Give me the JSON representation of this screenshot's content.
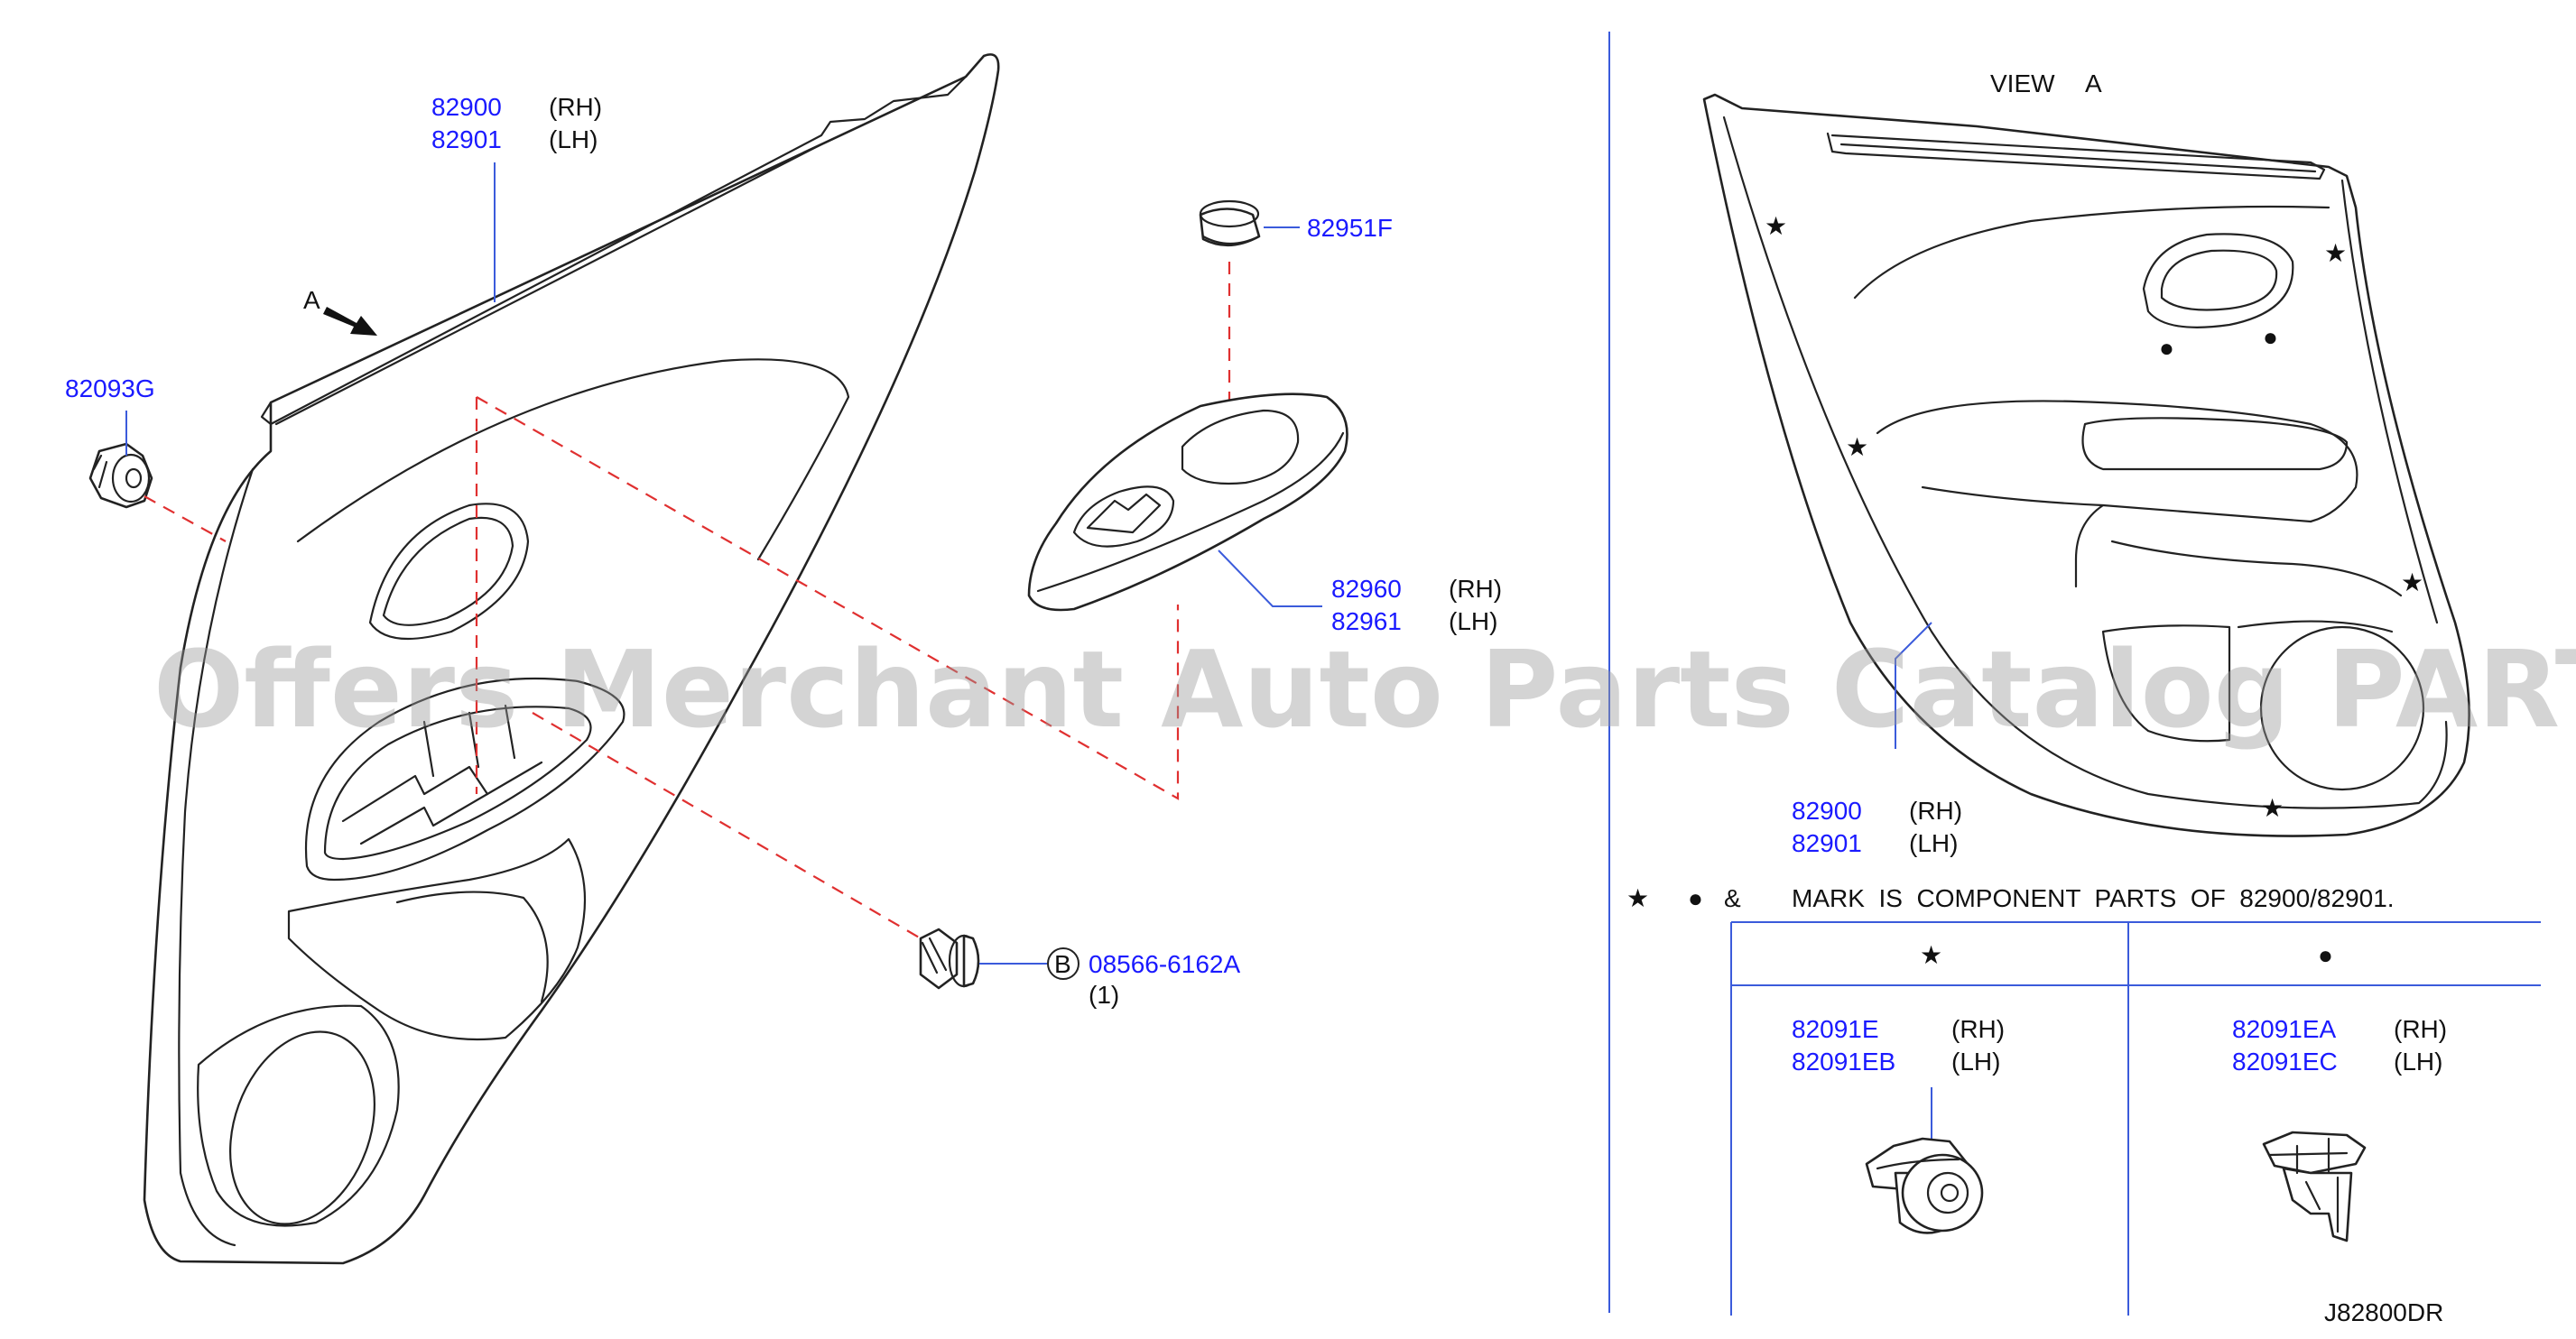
{
  "left_panel": {
    "trim": {
      "num_rh": "82900",
      "suffix_rh": "(RH)",
      "num_lh": "82901",
      "suffix_lh": "(LH)"
    },
    "arrow_label": "A",
    "clip": {
      "num": "82093G"
    },
    "cap": {
      "num": "82951F"
    },
    "finisher": {
      "num_rh": "82960",
      "suffix_rh": "(RH)",
      "num_lh": "82961",
      "suffix_lh": "(LH)"
    },
    "screw": {
      "ref": "B",
      "num": "08566-6162A",
      "qty": "(1)"
    }
  },
  "right_panel": {
    "view_label": "VIEW",
    "view_letter": "A",
    "trim": {
      "num_rh": "82900",
      "suffix_rh": "(RH)",
      "num_lh": "82901",
      "suffix_lh": "(LH)"
    },
    "legend": {
      "star": "★",
      "dot": "●",
      "amp": "&",
      "text": "MARK  IS  COMPONENT  PARTS  OF  82900/82901."
    },
    "table": {
      "col_star": {
        "symbol": "★",
        "num_rh": "82091E",
        "suffix_rh": "(RH)",
        "num_lh": "82091EB",
        "suffix_lh": "(LH)"
      },
      "col_dot": {
        "symbol": "●",
        "num_rh": "82091EA",
        "suffix_rh": "(RH)",
        "num_lh": "82091EC",
        "suffix_lh": "(LH)"
      }
    },
    "stars": [
      "★",
      "★",
      "★",
      "★",
      "★"
    ],
    "dots": [
      "●",
      "●"
    ]
  },
  "diagram_code": "J82800DR",
  "watermark": "Offers Merchant Auto Parts Catalog PARTSTORE.SA",
  "colors": {
    "part_number": "#1a1aff",
    "leader": "#3b5bdb",
    "dashed": "#e03030",
    "outline": "#222222"
  }
}
